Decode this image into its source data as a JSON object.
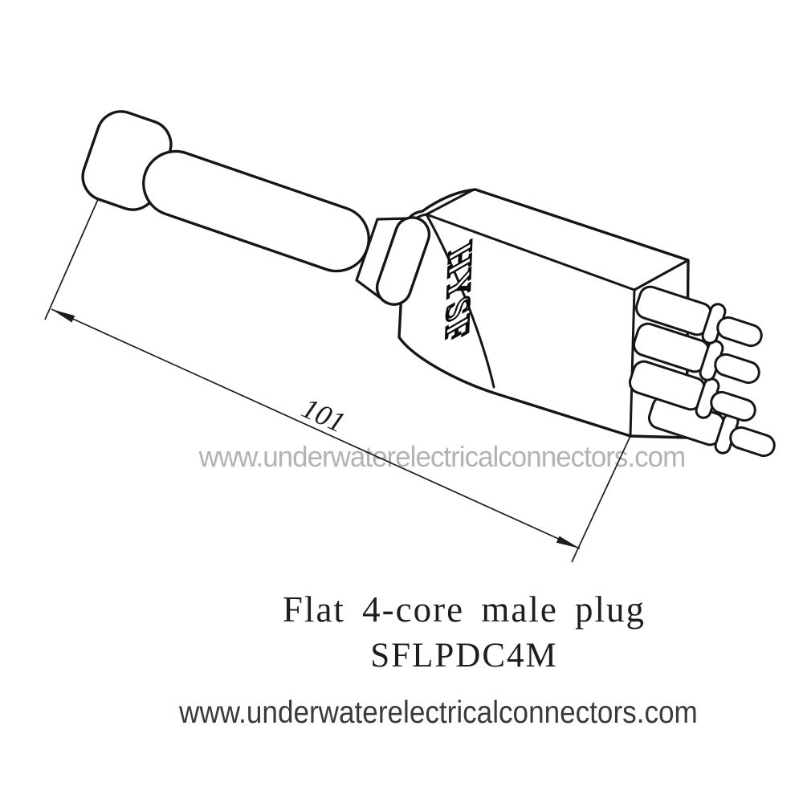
{
  "watermark": {
    "text": "www.underwaterelectricalconnectors.com",
    "color": "#b3b3b3"
  },
  "drawing": {
    "brand_text": "HYSF",
    "dimension_value": "101",
    "line_color": "#161616",
    "fill_color": "#ffffff"
  },
  "caption": {
    "title": "Flat 4-core male plug",
    "model": "SFLPDC4M",
    "color": "#1e1e1e"
  },
  "footer": {
    "url": "www.underwaterelectricalconnectors.com",
    "color": "#3a3a3a"
  }
}
